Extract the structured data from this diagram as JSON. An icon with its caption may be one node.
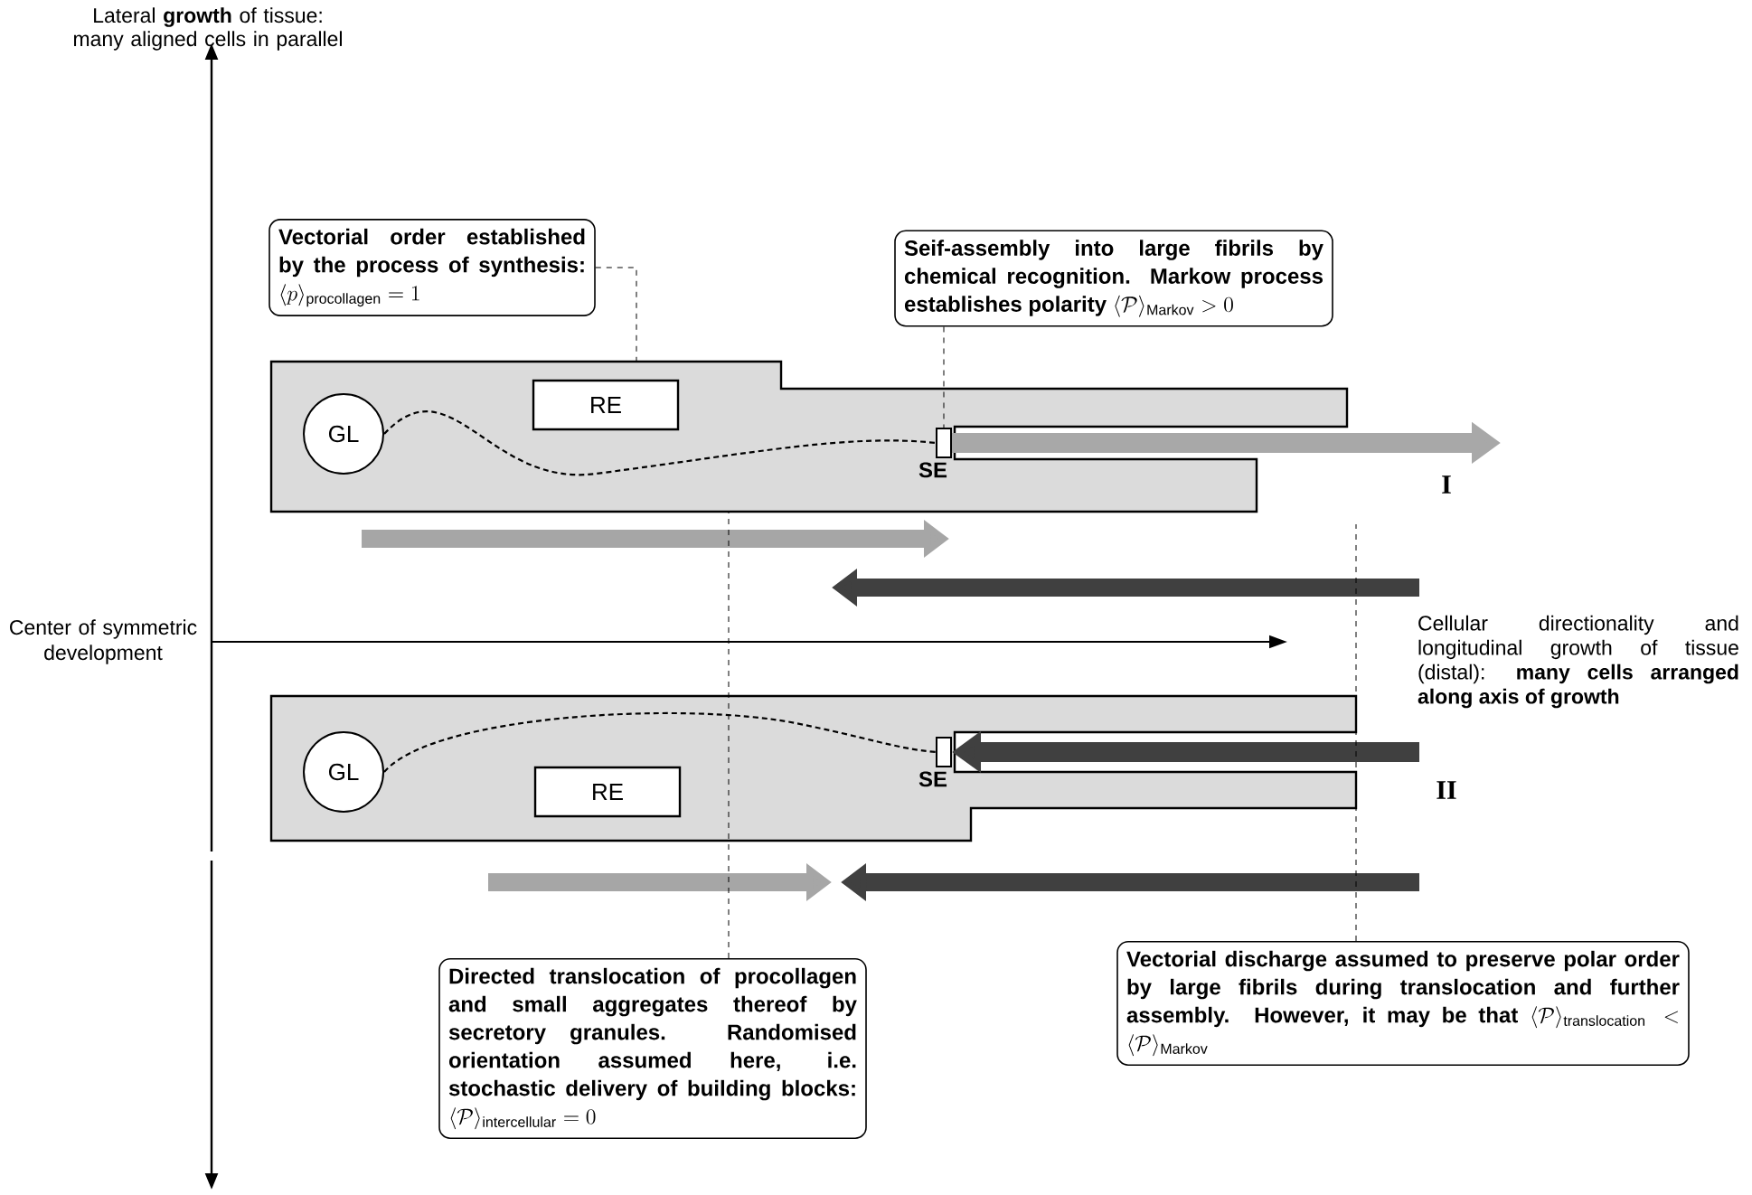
{
  "diagram": {
    "nodes": [
      {
        "text": [],
        "shape": "box",
        "beside": [
          "I"
        ]
      },
      {
        "text": [
          "GL"
        ],
        "in": 0
      },
      {
        "text": [
          "RE"
        ],
        "in": 0
      },
      {
        "text": [
          "SE"
        ],
        "in": 0
      },
      {
        "text": [],
        "shape": "box",
        "beside": [
          "II"
        ]
      },
      {
        "text": [
          "GL"
        ],
        "in": 4
      },
      {
        "text": [
          "RE"
        ],
        "in": 4
      },
      {
        "text": [
          "SE"
        ],
        "in": 4
      },
      {
        "text": [
          "Vectorial order established by the process of synthesis:",
          "\\langle p\\rangle_{\\mathrm{procollagen}} = 1"
        ]
      },
      {
        "text": [
          "Seif-assembly into large fibrils by chemical recognition. Markow process establishes polarity",
          "\\langle\\mathcal{P}\\rangle_{\\mathrm{Markov}} > 0"
        ]
      },
      {
        "text": [
          "Directed translocation of procollagen and small aggregates thereof by secretory granules. Randomised orientation assumed here, i.e. stochastic delivery of building blocks:",
          "\\langle\\mathcal{P}\\rangle_{\\mathrm{intercellular}} = 0"
        ]
      },
      {
        "text": [
          "Vectorial discharge assumed to preserve polar order by large fibrils during translocation and further assembly. However, it may be that",
          "\\langle\\mathcal{P}\\rangle_{\\mathrm{translocation}} < \\langle\\mathcal{P}\\rangle_{\\mathrm{Markov}}"
        ]
      }
    ],
    "edges": [
      {
        "from": 1,
        "to": 3,
        "arrow": "none",
        "style": "dashed"
      },
      {
        "from": 5,
        "to": 7,
        "arrow": "none",
        "style": "dashed"
      },
      {
        "from": 3,
        "to": null,
        "arrow": "to",
        "style": "thick",
        "color": "#a8a8a8"
      },
      {
        "from": null,
        "to": 7,
        "arrow": "to",
        "style": "thick",
        "color": "#404040"
      },
      {
        "from": 8,
        "to": 0,
        "arrow": "none",
        "style": "dashed"
      },
      {
        "from": 9,
        "to": 3,
        "arrow": "none",
        "style": "dashed"
      },
      {
        "from": 10,
        "to": 0,
        "arrow": "none",
        "style": "dashed"
      },
      {
        "from": 11,
        "to": null,
        "arrow": "none",
        "style": "dashed"
      }
    ],
    "labels": [
      "Lateral **growth** of tissue: many aligned cells in parallel",
      "Center of symmetric development",
      "Cellular directionality and longitudinal growth of tissue (distal): **many cells arranged along axis of growth**"
    ]
  }
}
